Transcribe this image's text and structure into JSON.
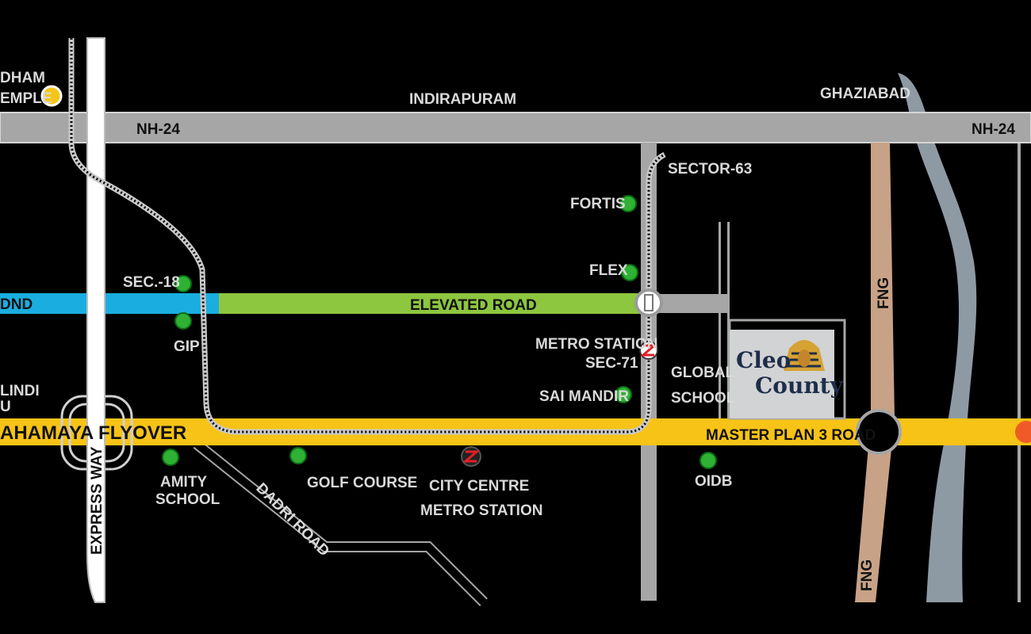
{
  "labels": {
    "dham_temple_line1": "DHAM",
    "dham_temple_line2": "EMPLE",
    "indirapuram": "INDIRAPURAM",
    "ghaziabad": "GHAZIABAD",
    "nh24_left": "NH-24",
    "nh24_right": "NH-24",
    "sector63": "SECTOR-63",
    "fortis": "FORTIS",
    "flex": "FLEX",
    "sec18": "SEC.-18",
    "dnd": "DND",
    "elevated_road": "ELEVATED ROAD",
    "gip": "GIP",
    "metro_sec71_line1": "METRO STATION",
    "metro_sec71_line2": "SEC-71",
    "global_school_line1": "GLOBAL",
    "global_school_line2": "SCHOOL",
    "kalindi_line1": "LINDI",
    "kalindi_line2": "U",
    "sai_mandir": "SAI MANDIR",
    "mahamaya_flyover": "AHAMAYA FLYOVER",
    "master_plan_3_road": "MASTER PLAN 3 ROAD",
    "amity_line1": "AMITY",
    "amity_line2": "SCHOOL",
    "golf_course": "GOLF COURSE",
    "city_centre_line1": "CITY CENTRE",
    "city_centre_line2": "METRO STATION",
    "oidb": "OIDB",
    "dadri_road": "DADRI ROAD",
    "expressway": "EXPRESS WAY",
    "fng_top": "FNG",
    "fng_bottom": "FNG"
  },
  "project": {
    "name_line1": "Cleo",
    "name_line2": "County"
  },
  "icons": {
    "temple_marker": "yellow-circle",
    "landmark_marker": "green-dot",
    "metro_marker": "metro-logo",
    "project_logo": "pharaoh-head"
  },
  "colors": {
    "background": "#000000",
    "road_grey": "#a6a6a6",
    "dnd_blue": "#1aaee0",
    "elevated_green": "#8dc63f",
    "flyover_yellow": "#f7c316",
    "fng_tan": "#c8a287",
    "river": "#8e9aa3",
    "landmark_green": "#2fb134",
    "temple_yellow": "#f5c518",
    "end_marker": "#f05a28"
  }
}
